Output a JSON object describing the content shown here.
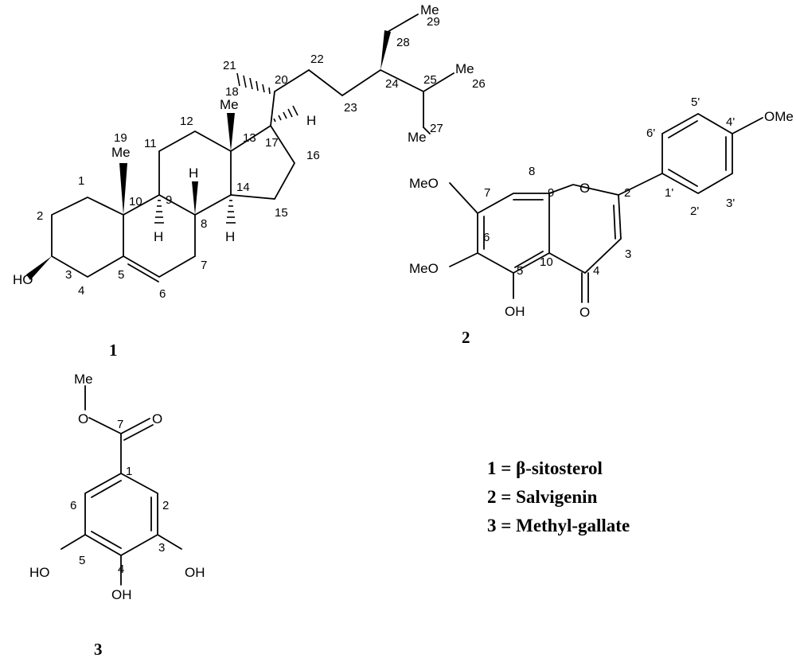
{
  "compounds": [
    {
      "id": "1",
      "name": "β-sitosterol"
    },
    {
      "id": "2",
      "name": "Salvigenin"
    },
    {
      "id": "3",
      "name": "Methyl-gallate"
    }
  ],
  "legend_separator": " = ",
  "atom_labels": {
    "me": "Me",
    "ho": "HO",
    "oh": "OH",
    "h": "H",
    "o": "O",
    "meo": "MeO",
    "ome": "OMe"
  },
  "sitosterol_locants": [
    "1",
    "2",
    "3",
    "4",
    "5",
    "6",
    "7",
    "8",
    "9",
    "10",
    "11",
    "12",
    "13",
    "14",
    "15",
    "16",
    "17",
    "18",
    "19",
    "20",
    "21",
    "22",
    "23",
    "24",
    "25",
    "26",
    "27",
    "28",
    "29"
  ],
  "salvigenin_locants": [
    "2",
    "3",
    "4",
    "5",
    "6",
    "7",
    "8",
    "9",
    "10",
    "1'",
    "2'",
    "3'",
    "4'",
    "5'",
    "6'"
  ],
  "methylgallate_locants": [
    "1",
    "2",
    "3",
    "4",
    "5",
    "6",
    "7"
  ]
}
